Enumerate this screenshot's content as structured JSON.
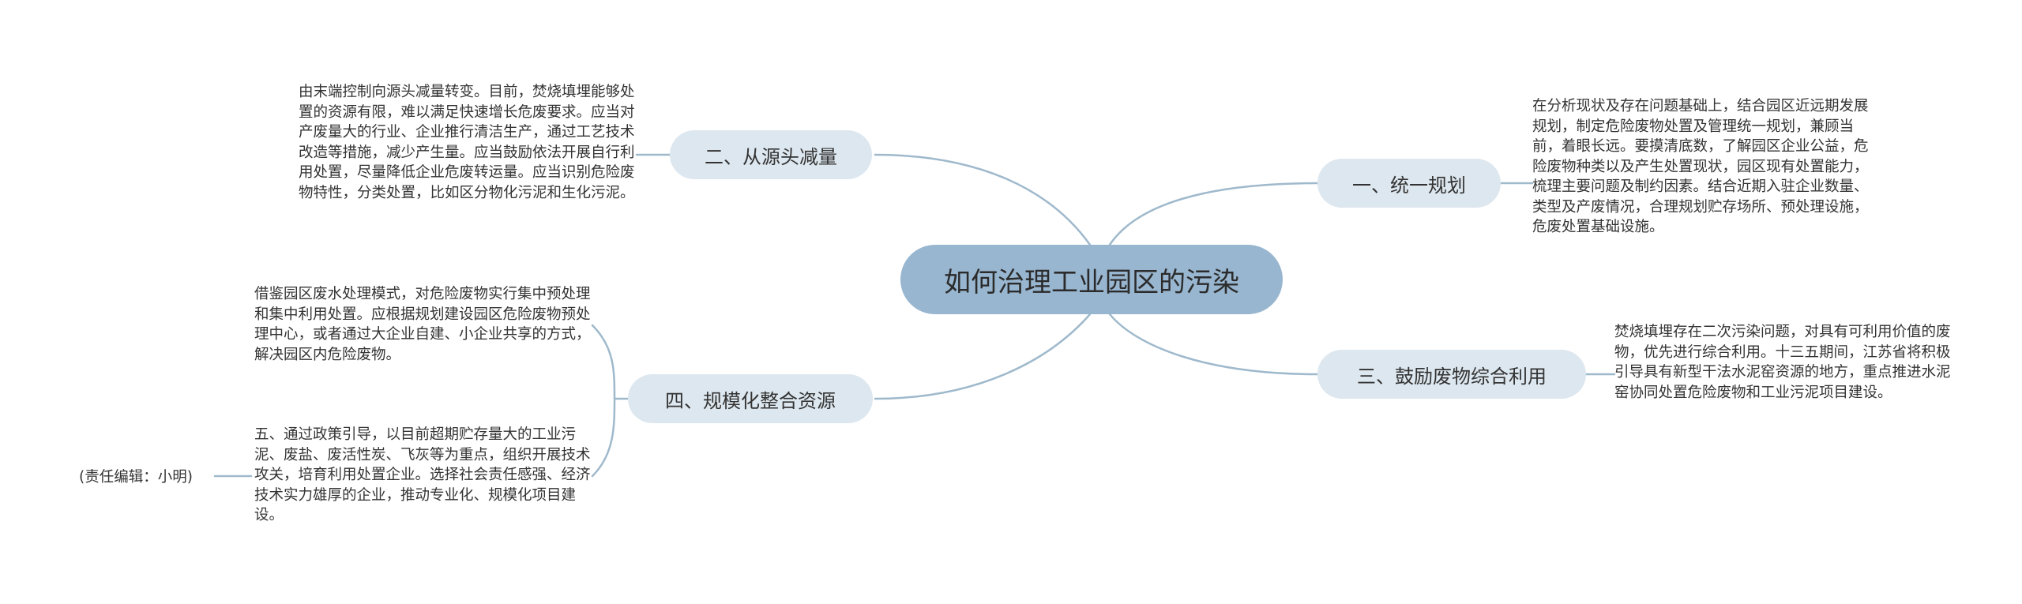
{
  "colors": {
    "root_fill": "#98b6cf",
    "branch_fill": "#dde7ef",
    "connector": "#9fb9cc",
    "text": "#333333"
  },
  "root": {
    "title": "如何治理工业园区的污染"
  },
  "branches": [
    {
      "label": "一、统一规划",
      "details": [
        "在分析现状及存在问题基础上，结合园区近远期发展规划，制定危险废物处置及管理统一规划，兼顾当前，着眼长远。要摸清底数，了解园区企业公益，危险废物种类以及产生处置现状，园区现有处置能力，梳理主要问题及制约因素。结合近期入驻企业数量、类型及产废情况，合理规划贮存场所、预处理设施，危废处置基础设施。"
      ]
    },
    {
      "label": "二、从源头减量",
      "details": [
        "由末端控制向源头减量转变。目前，焚烧填埋能够处置的资源有限，难以满足快速增长危废要求。应当对产废量大的行业、企业推行清洁生产，通过工艺技术改造等措施，减少产生量。应当鼓励依法开展自行利用处置，尽量降低企业危废转运量。应当识别危险废物特性，分类处置，比如区分物化污泥和生化污泥。"
      ]
    },
    {
      "label": "三、鼓励废物综合利用",
      "details": [
        "焚烧填埋存在二次污染问题，对具有可利用价值的废物，优先进行综合利用。十三五期间，江苏省将积极引导具有新型干法水泥窑资源的地方，重点推进水泥窑协同处置危险废物和工业污泥项目建设。"
      ]
    },
    {
      "label": "四、规模化整合资源",
      "details": [
        "借鉴园区废水处理模式，对危险废物实行集中预处理和集中利用处置。应根据规划建设园区危险废物预处理中心，或者通过大企业自建、小企业共享的方式，解决园区内危险废物。",
        "五、通过政策引导，以目前超期贮存量大的工业污泥、废盐、废活性炭、飞灰等为重点，组织开展技术攻关，培育利用处置企业。选择社会责任感强、经济技术实力雄厚的企业，推动专业化、规模化项目建设。"
      ],
      "extra": "(责任编辑：小明)"
    }
  ]
}
